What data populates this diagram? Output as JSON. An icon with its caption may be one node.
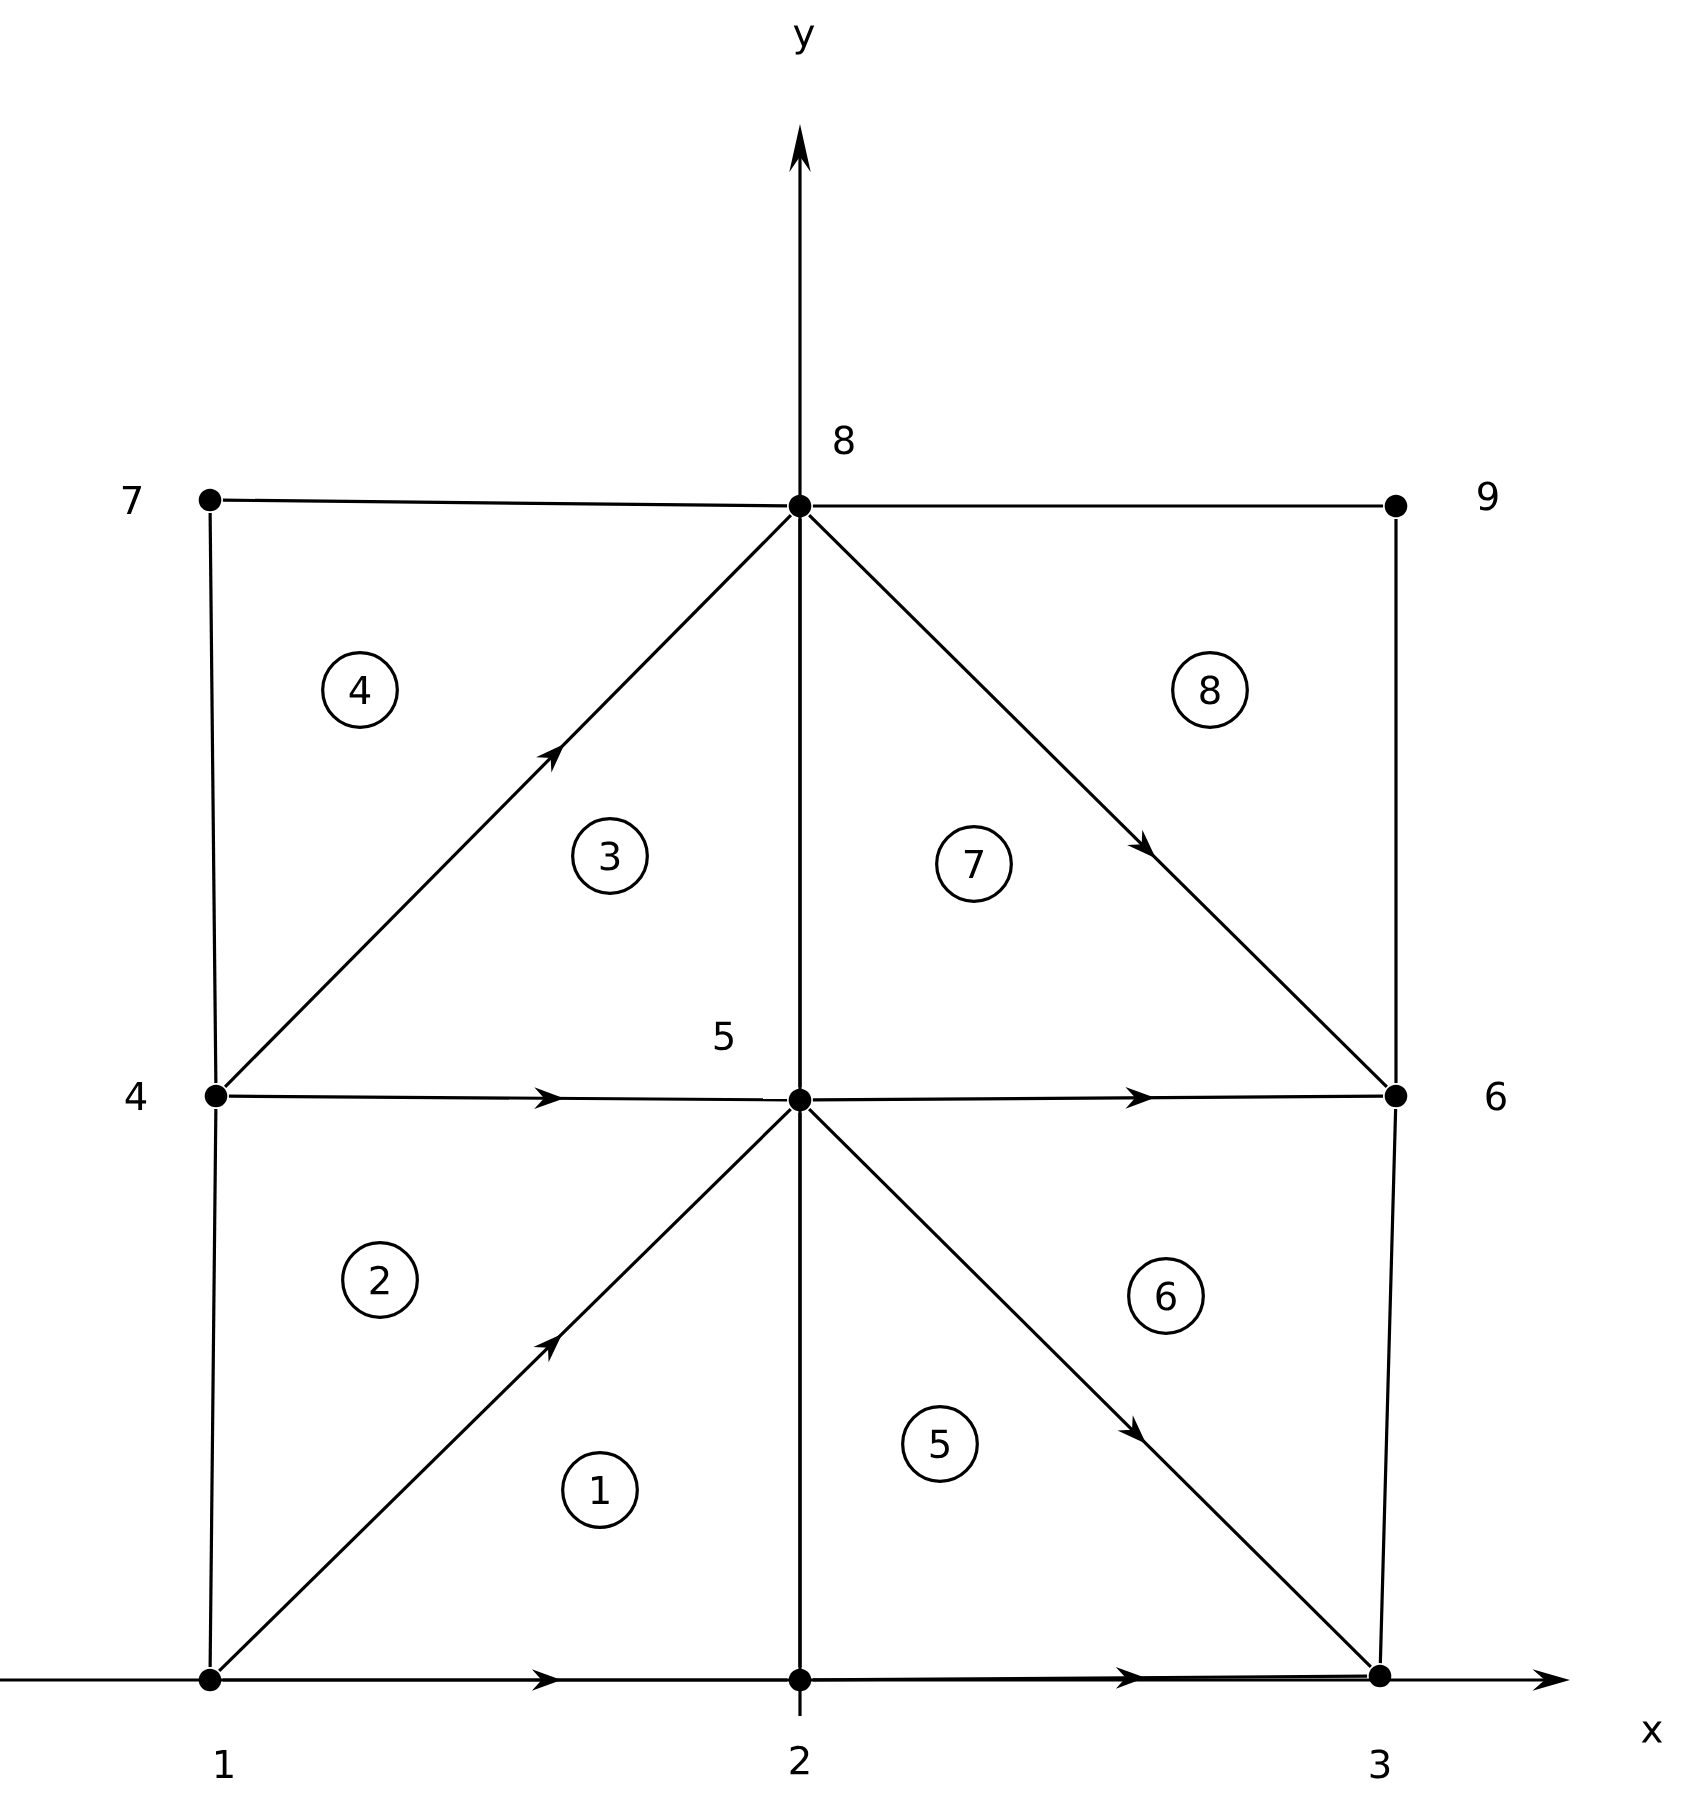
{
  "diagram": {
    "nodes": [
      {
        "text": [],
        "shape": "circle",
        "beside": [
          "1"
        ]
      },
      {
        "text": [],
        "shape": "circle",
        "beside": [
          "2"
        ]
      },
      {
        "text": [],
        "shape": "circle",
        "beside": [
          "3"
        ]
      },
      {
        "text": [],
        "shape": "circle",
        "beside": [
          "4"
        ]
      },
      {
        "text": [],
        "shape": "circle",
        "beside": [
          "5"
        ]
      },
      {
        "text": [],
        "shape": "circle",
        "beside": [
          "6"
        ]
      },
      {
        "text": [],
        "shape": "circle",
        "beside": [
          "7"
        ]
      },
      {
        "text": [],
        "shape": "circle",
        "beside": [
          "8"
        ]
      },
      {
        "text": [],
        "shape": "circle",
        "beside": [
          "9"
        ]
      },
      {
        "text": [
          "1"
        ]
      },
      {
        "text": [
          "2"
        ]
      },
      {
        "text": [
          "3"
        ]
      },
      {
        "text": [
          "4"
        ]
      },
      {
        "text": [
          "5"
        ]
      },
      {
        "text": [
          "6"
        ]
      },
      {
        "text": [
          "7"
        ]
      },
      {
        "text": [
          "8"
        ]
      }
    ],
    "edges": [
      {
        "from": 0,
        "to": 1,
        "arrow": "to"
      },
      {
        "from": 1,
        "to": 2,
        "arrow": "to"
      },
      {
        "from": 0,
        "to": 4,
        "arrow": "to"
      },
      {
        "from": 4,
        "to": 2,
        "arrow": "to"
      },
      {
        "from": 3,
        "to": 4,
        "arrow": "to"
      },
      {
        "from": 4,
        "to": 5,
        "arrow": "to"
      },
      {
        "from": 3,
        "to": 7,
        "arrow": "to"
      },
      {
        "from": 7,
        "to": 5,
        "arrow": "to"
      },
      {
        "from": 0,
        "to": 3,
        "arrow": "none"
      },
      {
        "from": 3,
        "to": 6,
        "arrow": "none"
      },
      {
        "from": 6,
        "to": 7,
        "arrow": "none"
      },
      {
        "from": 7,
        "to": 8,
        "arrow": "none"
      },
      {
        "from": 8,
        "to": 5,
        "arrow": "none"
      },
      {
        "from": 5,
        "to": 2,
        "arrow": "none"
      },
      {
        "from": 1,
        "to": 4,
        "arrow": "none"
      },
      {
        "from": 4,
        "to": 7,
        "arrow": "none"
      }
    ],
    "labels": [
      "y",
      "x"
    ]
  }
}
